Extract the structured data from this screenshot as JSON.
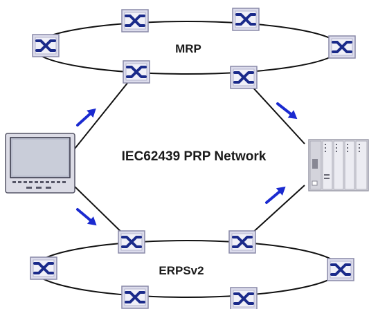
{
  "labels": {
    "mrp": "MRP",
    "network": "IEC62439 PRP Network",
    "erps": "ERPSv2"
  },
  "icons": {
    "switch": "network-switch-icon",
    "hmi": "hmi-panel-icon",
    "plc": "plc-rack-icon",
    "arrow": "flow-arrow-icon"
  },
  "colors": {
    "switch_fill": "#dcdcec",
    "switch_border": "#8a8aa8",
    "switch_glyph": "#1a2a8a",
    "arrow": "#1a2ad0",
    "line": "#111111"
  }
}
